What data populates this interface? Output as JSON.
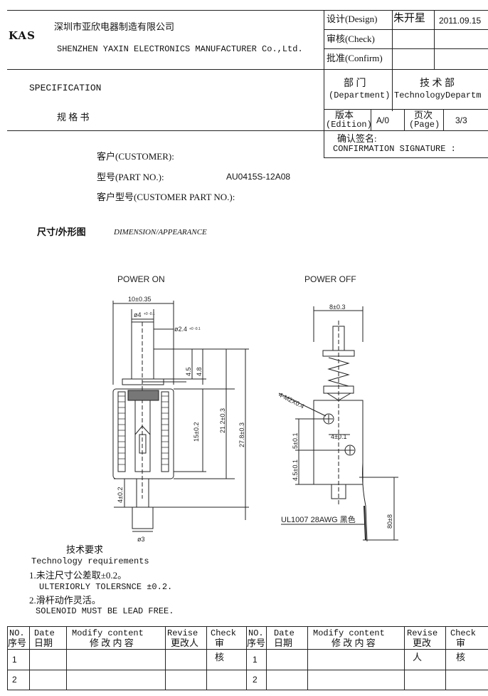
{
  "header": {
    "logo": "KAS",
    "company_cn": "深圳市亚欣电器制造有限公司",
    "company_en": "SHENZHEN YAXIN ELECTRONICS MANUFACTURER Co.,Ltd.",
    "design_label": "设计(Design)",
    "design_name": "朱开星",
    "design_date": "2011.09.15",
    "check_label": "审核(Check)",
    "confirm_label": "批准(Confirm)",
    "spec_en": "SPECIFICATION",
    "spec_cn": "规  格  书",
    "dept_cn": "部   门",
    "dept_en": "(Department)",
    "tech_cn": "技 术 部",
    "tech_en": "TechnologyDepartm",
    "edition_cn": "版本",
    "edition_en": "(Edition)",
    "edition_val": "A/0",
    "page_cn": "页次",
    "page_en": "(Page)",
    "page_val": "3/3",
    "confirm_sig_cn": "确认签名:",
    "confirm_sig_en": "CONFIRMATION SIGNATURE :"
  },
  "info": {
    "customer_label": "客户(CUSTOMER):",
    "part_label": "型号(PART NO.):",
    "part_value": "AU0415S-12A08",
    "cust_part_label": "客户型号(CUSTOMER PART NO.):"
  },
  "section": {
    "title_cn": "尺寸/外形图",
    "title_en": "DIMENSION/APPEARANCE"
  },
  "drawing": {
    "power_on": "POWER ON",
    "power_off": "POWER OFF",
    "dim_10": "10±0.35",
    "dim_d4": "ø4",
    "dim_d4_tol": "+0 -0.1",
    "dim_d24": "ø2.4",
    "dim_d24_tol": "+0 -0.1",
    "dim_45": "4.5",
    "dim_48": "4.8",
    "dim_15": "15±0.2",
    "dim_212": "21.2±0.3",
    "dim_278": "27.8±0.3",
    "dim_4": "4±0.2",
    "dim_d3": "ø3",
    "dim_8": "8±0.3",
    "dim_m2": "4-M2X0.4",
    "dim_4b": "4±0.1",
    "dim_45b": "4.5±0.1",
    "dim_5": "5±0.1",
    "dim_80": "80±8",
    "wire": "UL1007 28AWG 黑色"
  },
  "requirements": {
    "title_cn": "技术要求",
    "title_en": "Technology   requirements",
    "r1_cn": "1.未注尺寸公差取±0.2。",
    "r1_en": "ULTERIORLY TOLERSNCE ±0.2.",
    "r2_cn": "2.滑杆动作灵活。",
    "r2_en": "SOLENOID MUST BE LEAD FREE."
  },
  "revision_table": {
    "no_en": "NO.",
    "no_cn": "序号",
    "date_en": "Date",
    "date_cn": "日期",
    "modify_en": "Modify content",
    "modify_cn": "修 改 内 容",
    "revise_en": "Revise",
    "revise_cn_left": "更改人",
    "revise_cn_right": "更改",
    "check_en": "Check",
    "check_cn": "审",
    "row1_no": "1",
    "row1_check_left": "核",
    "row1_revise_right": "人",
    "row1_check_right": "核",
    "row2_no": "2"
  }
}
